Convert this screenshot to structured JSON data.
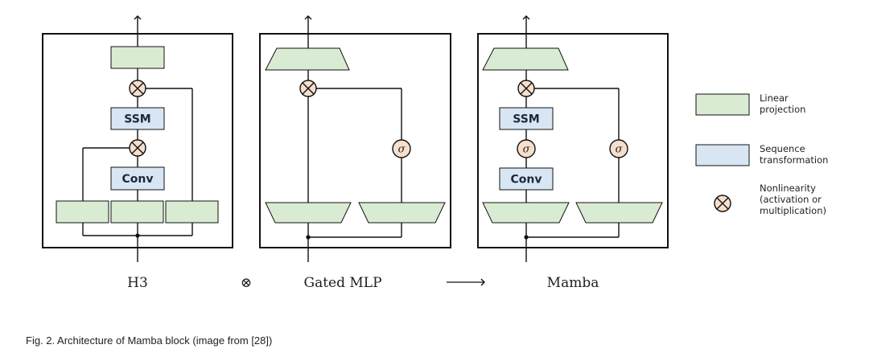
{
  "colors": {
    "linear": "#d9ebd2",
    "sequence": "#d8e6f3",
    "op": "#f6dfcc",
    "stroke": "#111111"
  },
  "blocks": {
    "h3": {
      "title": "H3",
      "ssm": "SSM",
      "conv": "Conv"
    },
    "gated_mlp": {
      "title": "Gated MLP"
    },
    "mamba": {
      "title": "Mamba",
      "ssm": "SSM",
      "conv": "Conv"
    }
  },
  "operators": {
    "combine_symbol": "⊗",
    "sigma": "σ",
    "arrow": "long-right-arrow"
  },
  "legend": {
    "linear": [
      "Linear",
      "projection"
    ],
    "sequence": [
      "Sequence",
      "transformation"
    ],
    "nonlinearity": [
      "Nonlinearity",
      "(activation or",
      "multiplication)"
    ]
  },
  "caption": "Fig. 2. Architecture of Mamba block (image from [28])"
}
